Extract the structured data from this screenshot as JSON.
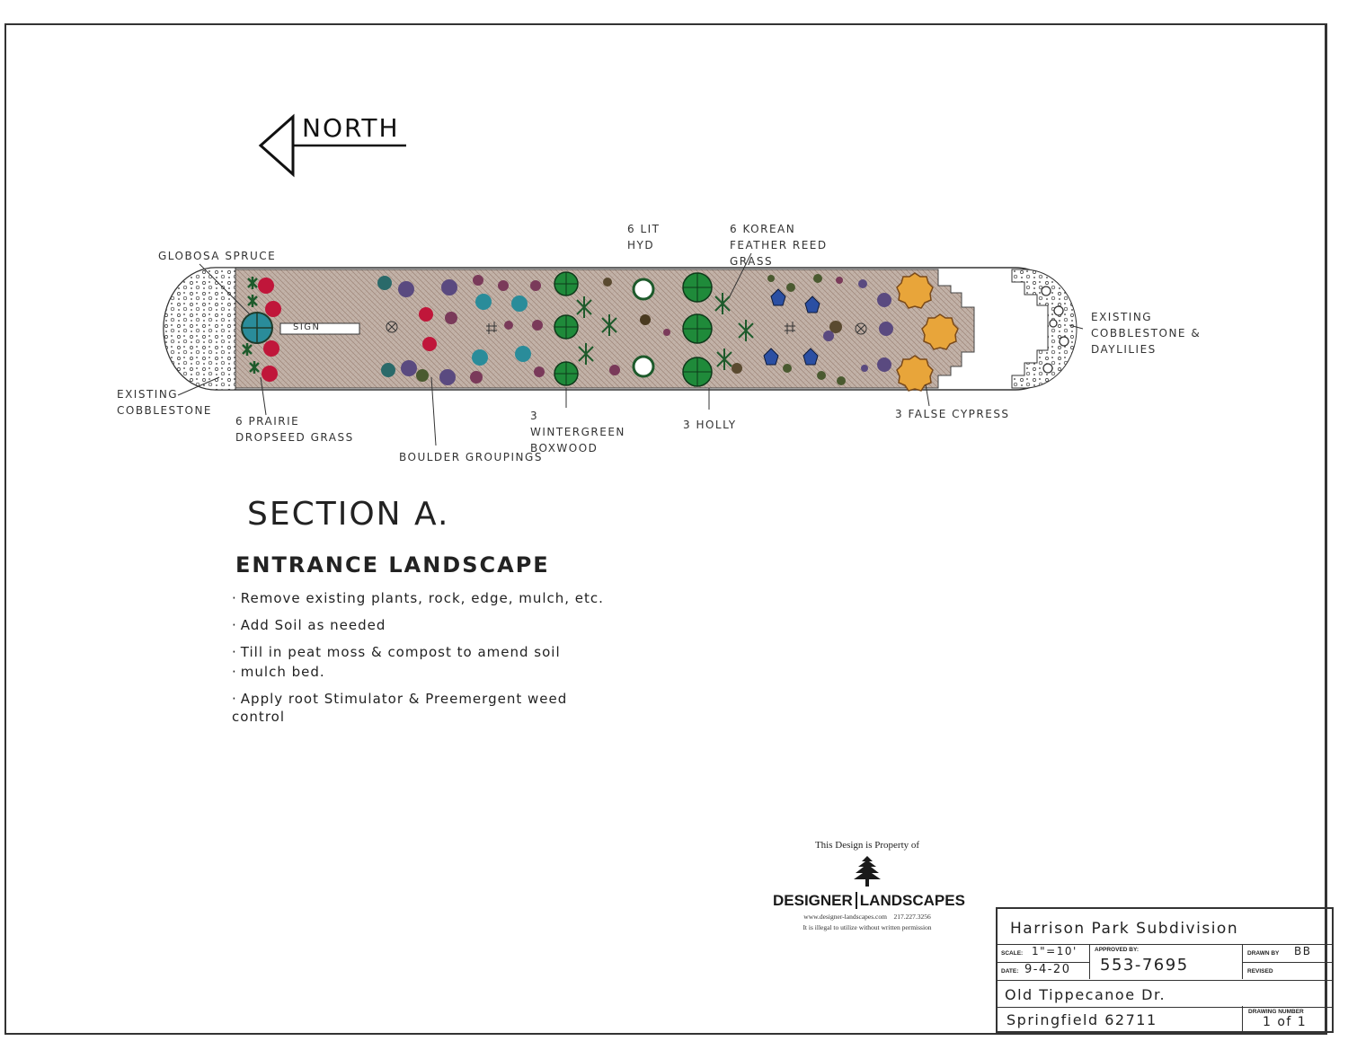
{
  "north_label": "NORTH",
  "plan_labels": {
    "globosa": "Globosa Spruce",
    "lit_hyd": "6 Lit Hyd",
    "korean": "6 Korean Feather Reed Grass",
    "existing_cobble_left": "Existing Cobblestone",
    "existing_cobble_right": "Existing Cobblestone & Daylilies",
    "prairie": "6 Prairie Dropseed Grass",
    "boulder": "Boulder Groupings",
    "wintergreen": "3 Wintergreen Boxwood",
    "holly": "3 Holly",
    "false_cypress": "3 False Cypress",
    "sign": "SIGN"
  },
  "section": {
    "title": "SECTION A.",
    "subtitle": "ENTRANCE LANDSCAPE",
    "notes": [
      "Remove existing plants, rock, edge, mulch, etc.",
      "Add Soil as needed",
      "Till in peat moss & compost to amend soil",
      "mulch bed.",
      "Apply root Stimulator & Preemergent weed control"
    ]
  },
  "property": {
    "heading": "This Design is Property of",
    "brand_left": "DESIGNER",
    "brand_right": "LANDSCAPES",
    "website": "www.designer-landscapes.com",
    "phone": "217.227.3256",
    "warning": "It is illegal to utilize without written permission"
  },
  "title_block": {
    "project": "Harrison Park Subdivision",
    "scale_label": "SCALE:",
    "scale_value": "1\"=10'",
    "date_label": "DATE:",
    "date_value": "9-4-20",
    "approved_label": "APPROVED BY:",
    "approved_value": "553-7695",
    "drawn_label": "DRAWN BY",
    "drawn_value": "BB",
    "revised_label": "REVISED",
    "street": "Old Tippecanoe Dr.",
    "city": "Springfield 62711",
    "drawing_number_label": "DRAWING NUMBER",
    "drawing_number_value": "1 of 1"
  },
  "colors": {
    "mulch": "#b9a79c",
    "evergreen": "#2e8a3a",
    "spruce": "#2a8c9a",
    "red_shrub": "#c0163a",
    "purple_boulder": "#5a4a80",
    "cypress": "#e8a53a",
    "blue_shrub": "#2b4fa3"
  }
}
